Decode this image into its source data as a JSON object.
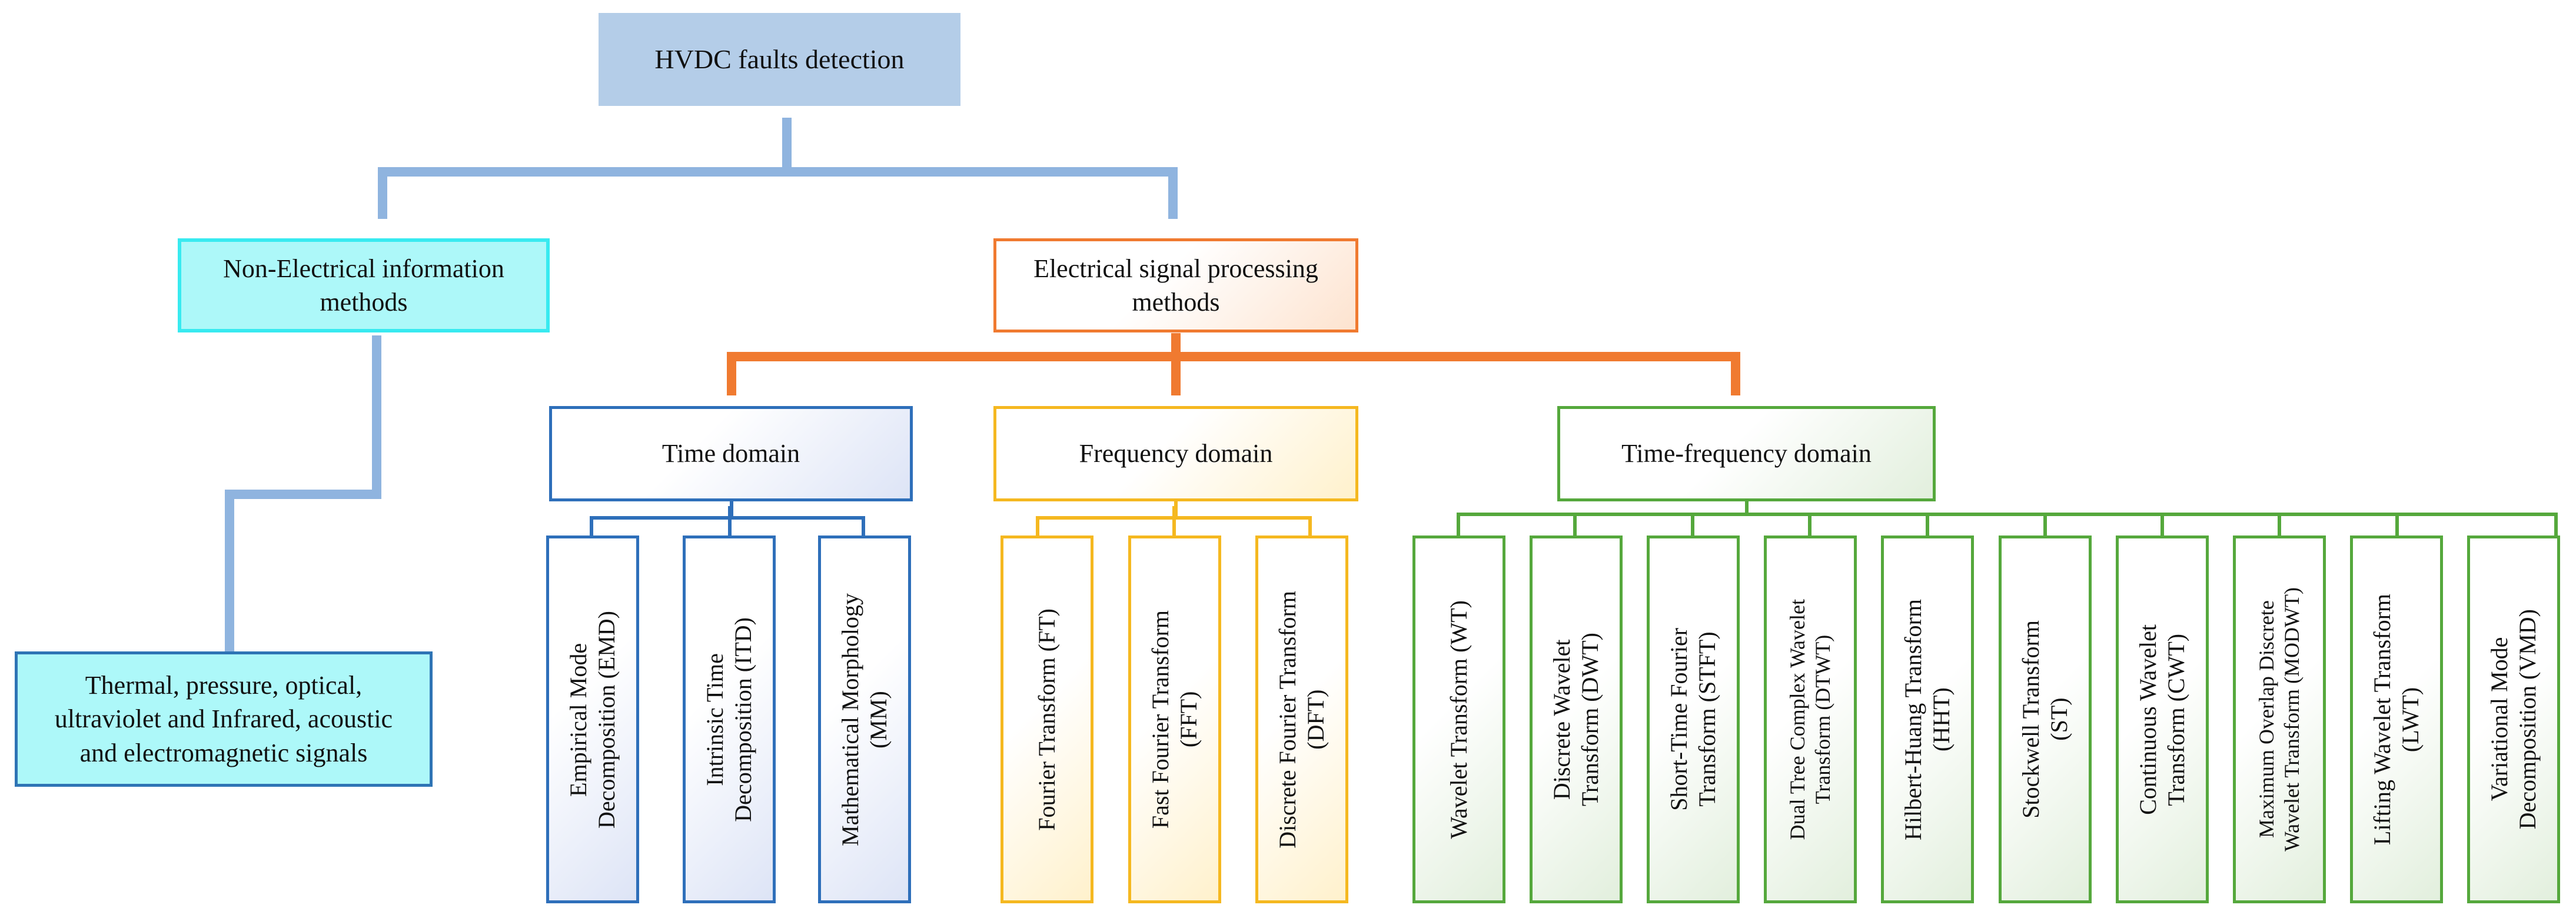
{
  "root": "HVDC faults detection",
  "non_electrical": {
    "line1": "Non-Electrical information",
    "line2": "methods",
    "signals": [
      "Thermal, pressure, optical,",
      "ultraviolet and Infrared, acoustic",
      "and electromagnetic signals"
    ]
  },
  "electrical": {
    "line1": "Electrical signal processing",
    "line2": "methods"
  },
  "time_domain": {
    "label": "Time domain",
    "items": [
      [
        "Empirical Mode",
        "Decomposition (EMD)"
      ],
      [
        "Intrinsic Time",
        "Decomposition (ITD)"
      ],
      [
        "Mathematical Morphology",
        "(MM)"
      ]
    ]
  },
  "frequency_domain": {
    "label": "Frequency domain",
    "items": [
      [
        "Fourier Transform (FT)"
      ],
      [
        "Fast Fourier Transform",
        "(FFT)"
      ],
      [
        "Discrete Fourier Transform",
        "(DFT)"
      ]
    ]
  },
  "time_frequency_domain": {
    "label": "Time-frequency domain",
    "items": [
      [
        "Wavelet Transform (WT)"
      ],
      [
        "Discrete Wavelet",
        "Transform (DWT)"
      ],
      [
        "Short-Time Fourier",
        "Transform (STFT)"
      ],
      [
        "Dual Tree Complex Wavelet",
        "Transform (DTWT)"
      ],
      [
        "Hilbert-Huang Transform",
        "(HHT)"
      ],
      [
        "Stockwell Transform",
        "(ST)"
      ],
      [
        "Continuous Wavelet",
        "Transform (CWT)"
      ],
      [
        "Maximum Overlap Discrete",
        "Wavelet Transform (MODWT)"
      ],
      [
        "Lifting Wavelet Transform",
        "(LWT)"
      ],
      [
        "Variational Mode",
        "Decomposition (VMD)"
      ]
    ]
  },
  "colors": {
    "root_fill": "#b4cde8",
    "light_blue_line": "#8fb4df",
    "cyan_border": "#38eaf0",
    "orange": "#f07a30",
    "blue": "#2e6fba",
    "yellow": "#f5b820",
    "green": "#55a83c"
  }
}
